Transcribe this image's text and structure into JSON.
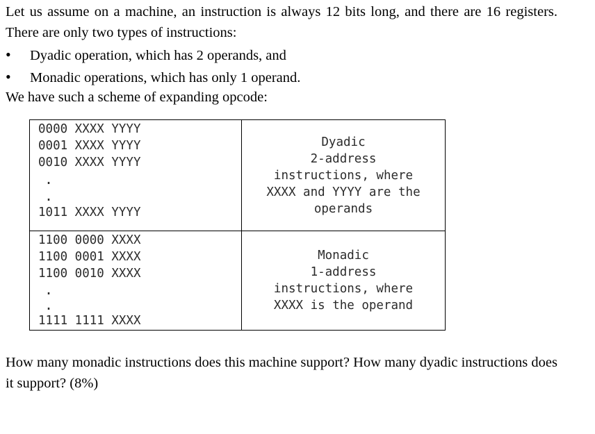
{
  "intro": "Let us assume on a machine, an instruction is always 12 bits long, and there are 16 registers. There are only two types of instructions:",
  "bullet_symbol": "•",
  "bullets": [
    "Dyadic operation, which has 2 operands, and",
    "Monadic operations, which has only 1 operand."
  ],
  "scheme_text": "We have such a scheme of expanding opcode:",
  "table": {
    "dyadic": {
      "codes": [
        "0000 XXXX YYYY",
        "0001 XXXX YYYY",
        "0010 XXXX YYYY"
      ],
      "ellipsis": ".",
      "last_code": "1011 XXXX YYYY",
      "description": [
        "Dyadic",
        "2-address",
        "instructions, where",
        "XXXX and YYYY are the",
        "operands"
      ]
    },
    "monadic": {
      "codes": [
        "1100 0000 XXXX",
        "1100 0001 XXXX",
        "1100 0010 XXXX"
      ],
      "ellipsis": ".",
      "last_code": "1111 1111 XXXX",
      "description": [
        "Monadic",
        "1-address",
        "instructions, where",
        "XXXX is the operand"
      ]
    }
  },
  "question": "How many monadic instructions does this machine support? How many dyadic instructions does it support? (8%)"
}
